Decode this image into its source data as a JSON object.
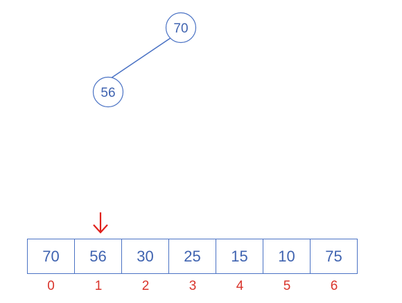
{
  "tree": {
    "nodes": [
      {
        "id": "root",
        "value": "70"
      },
      {
        "id": "left-child",
        "value": "56"
      }
    ],
    "edges": [
      {
        "from": "root",
        "to": "left-child"
      }
    ]
  },
  "array": {
    "values": [
      "70",
      "56",
      "30",
      "25",
      "15",
      "10",
      "75"
    ],
    "indices": [
      "0",
      "1",
      "2",
      "3",
      "4",
      "5",
      "6"
    ],
    "pointer_index": 1
  },
  "colors": {
    "node_stroke": "#4a72c4",
    "node_text": "#3f63b0",
    "index_text": "#d9342b",
    "pointer": "#e0201b"
  }
}
